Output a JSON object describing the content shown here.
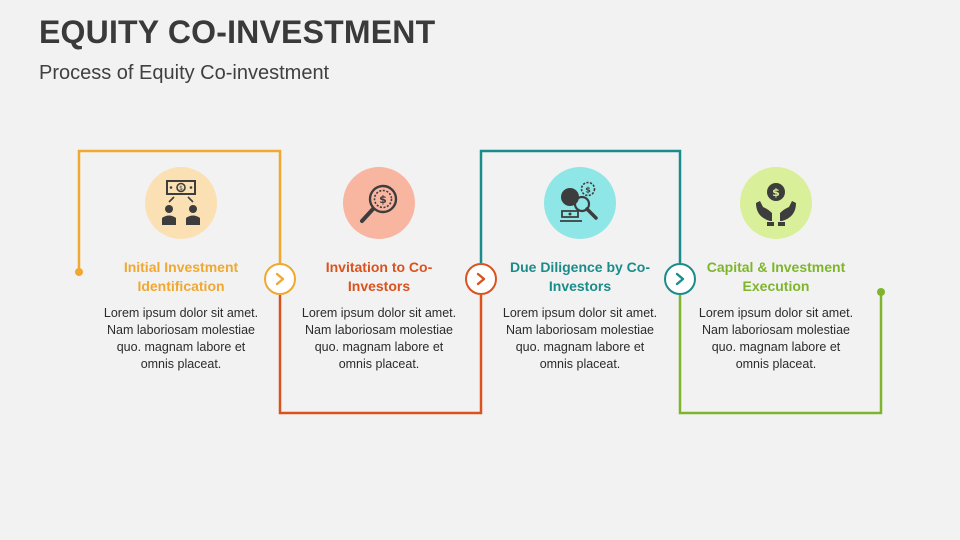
{
  "header": {
    "title": "EQUITY CO-INVESTMENT",
    "subtitle": "Process of Equity Co-investment"
  },
  "colors": {
    "step1": "#f0a830",
    "step2": "#d9531e",
    "step3": "#1a8c8a",
    "step4": "#7fb52c",
    "circle1": "#fbe0b3",
    "circle2": "#f8b5a0",
    "circle3": "#8fe6e6",
    "circle4": "#d9ef9a",
    "icon": "#3d3d3d"
  },
  "steps": [
    {
      "title": "Initial Investment Identification",
      "body": "Lorem ipsum dolor sit amet. Nam laboriosam molestiae quo. magnam labore et omnis placeat.",
      "icon": "investors-money-icon"
    },
    {
      "title": "Invitation to Co-Investors",
      "body": "Lorem ipsum dolor sit amet. Nam laboriosam molestiae quo. magnam labore et omnis placeat.",
      "icon": "coin-magnifier-icon"
    },
    {
      "title": "Due Diligence by Co-Investors",
      "body": "Lorem ipsum dolor sit amet. Nam laboriosam molestiae quo. magnam labore et omnis placeat.",
      "icon": "analysis-search-icon"
    },
    {
      "title": "Capital & Investment Execution",
      "body": "Lorem ipsum dolor sit amet. Nam laboriosam molestiae quo. magnam labore et omnis placeat.",
      "icon": "hands-coin-icon"
    }
  ]
}
